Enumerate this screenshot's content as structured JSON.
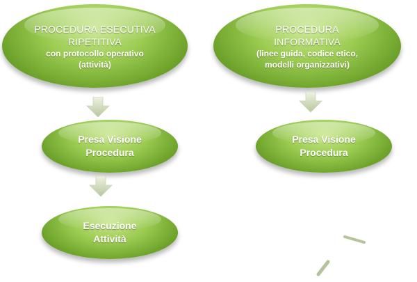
{
  "nodes": {
    "executive": {
      "line1": "PROCEDURA ESECUTIVA",
      "line2": "RIPETITIVA",
      "line3": "con protocollo operativo",
      "line4": "(attività)"
    },
    "informative": {
      "line1": "PROCEDURA",
      "line2": "INFORMATIVA",
      "line3": "(linee guida, codice etico,",
      "line4": "modelli organizzativi)"
    },
    "read_left": {
      "line1": "Presa Visione",
      "line2": "Procedura"
    },
    "read_right": {
      "line1": "Presa Visione",
      "line2": "Procedura"
    },
    "execute": {
      "line1": "Esecuzione",
      "line2": "Attività"
    }
  },
  "colors": {
    "node_light": "#c6e58a",
    "node_mid": "#9ccc52",
    "node_dark": "#4f7d1a",
    "arrow_light": "#e9efdc",
    "arrow_dark": "#b5c39a"
  },
  "icons": {
    "connector": "down-arrow-icon"
  }
}
